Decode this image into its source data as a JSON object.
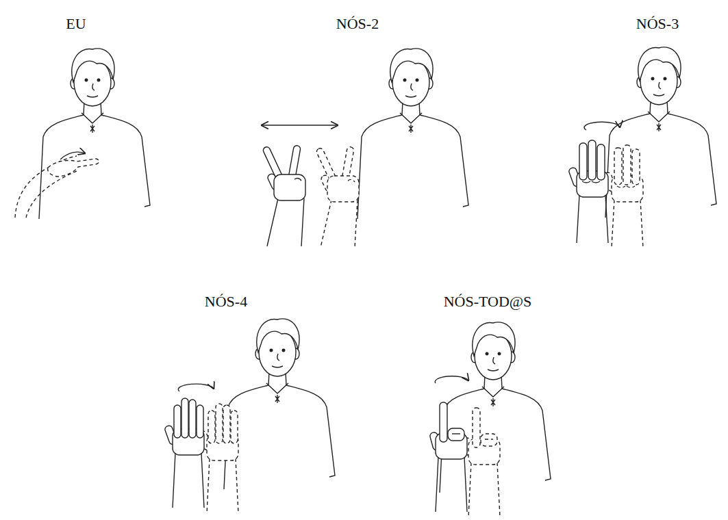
{
  "diagram": {
    "labels": [
      "EU",
      "NÓS-2",
      "NÓS-3",
      "NÓS-4",
      "NÓS-TOD@S"
    ]
  }
}
